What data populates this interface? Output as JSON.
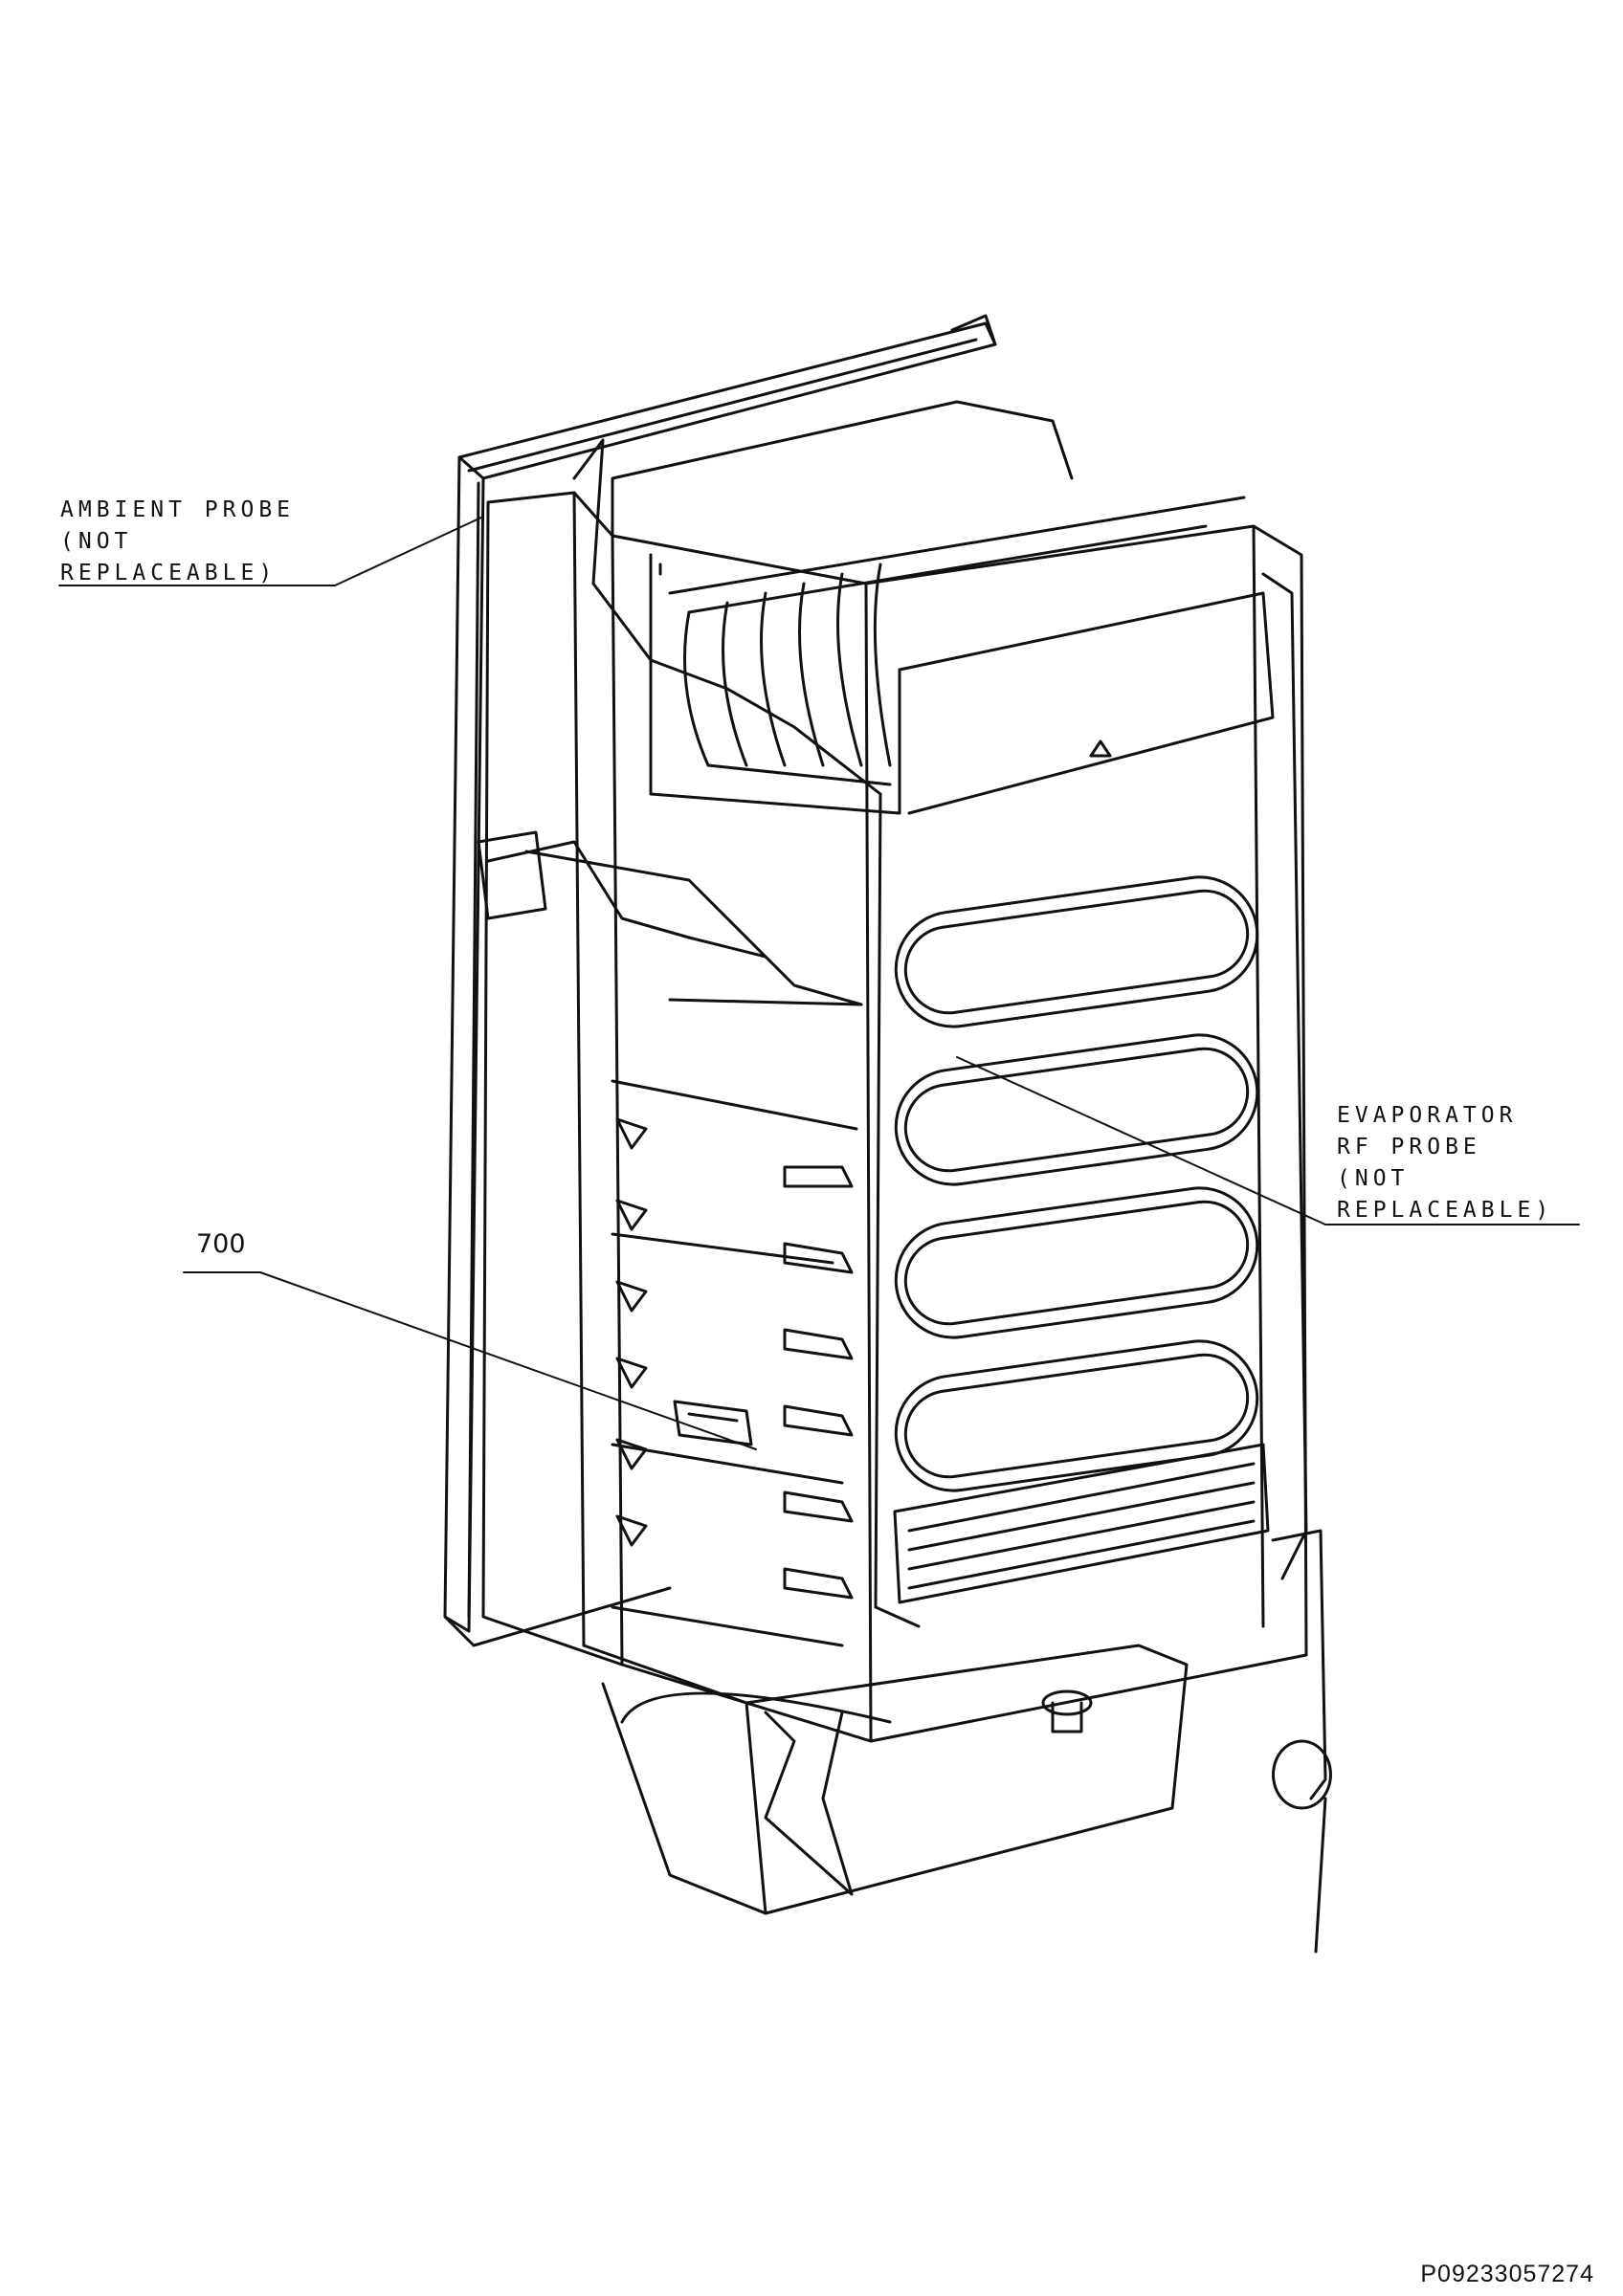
{
  "labels": {
    "ambient_probe": [
      "AMBIENT PROBE",
      "(NOT",
      "REPLACEABLE)"
    ],
    "evaporator_probe": [
      "EVAPORATOR",
      "RF PROBE",
      "(NOT",
      "REPLACEABLE)"
    ],
    "reference_700": "700"
  },
  "footer": {
    "part_number": "P09233057274"
  },
  "colors": {
    "line": "#111111",
    "background": "#ffffff"
  }
}
